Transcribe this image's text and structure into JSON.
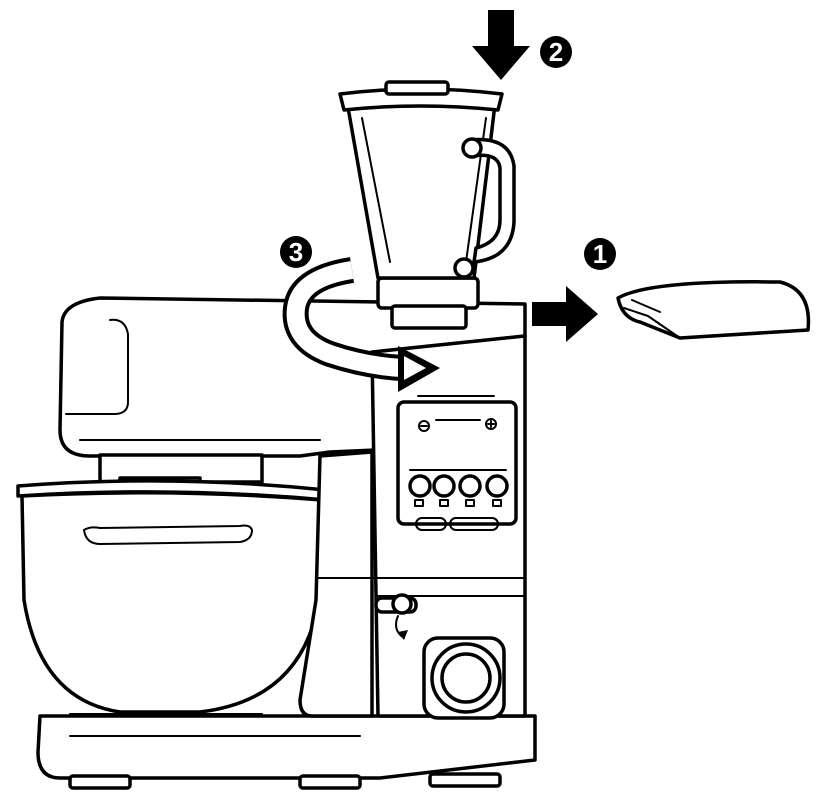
{
  "steps": [
    {
      "number": "1",
      "action": "remove-cover"
    },
    {
      "number": "2",
      "action": "press-down-blender"
    },
    {
      "number": "3",
      "action": "rotate-to-lock"
    }
  ],
  "colors": {
    "line": "#000000",
    "fill": "#ffffff",
    "arrow": "#000000"
  },
  "icons": [
    "arrow-right-icon",
    "arrow-down-icon",
    "rotate-arrow-icon"
  ]
}
